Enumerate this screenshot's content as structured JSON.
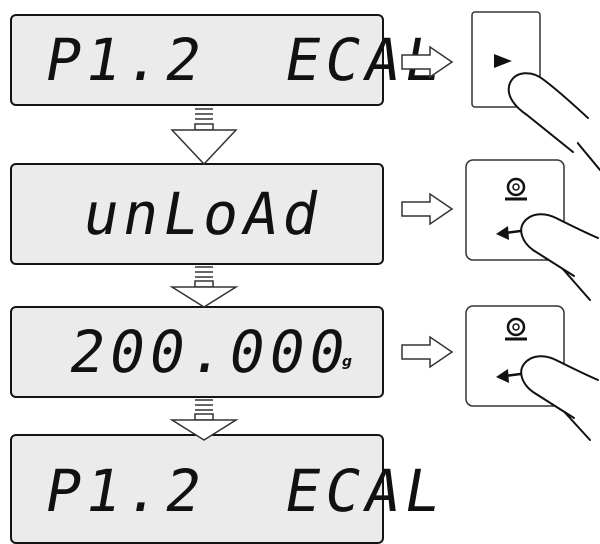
{
  "steps": [
    {
      "display": "P1.2  ECAL",
      "unit": ""
    },
    {
      "display": "unLoAd",
      "unit": ""
    },
    {
      "display": "200.000",
      "unit": "g"
    },
    {
      "display": "P1.2  ECAL",
      "unit": ""
    }
  ],
  "keys": [
    {
      "icon": "play-triangle-icon"
    },
    {
      "icon": "tare-icon"
    },
    {
      "icon": "tare-icon"
    }
  ]
}
